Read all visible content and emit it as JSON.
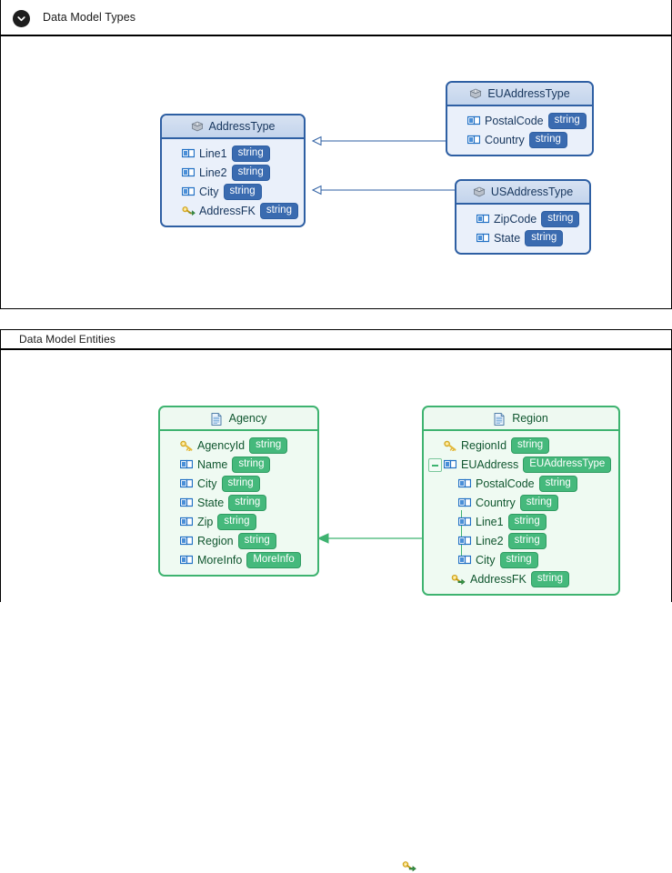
{
  "panels": [
    {
      "id": "types",
      "title": "Data Model Types",
      "collapse_icon": "chevron-down-circle-icon"
    },
    {
      "id": "entities",
      "title": "Data Model Entities"
    }
  ],
  "colors": {
    "type_border": "#2e5fa3",
    "type_fill": "#eaf0fa",
    "type_badge": "#3a6bb0",
    "entity_border": "#3eb370",
    "entity_fill": "#effaf2",
    "entity_badge": "#45b97c",
    "connector_blue": "#2e5fa3",
    "connector_green": "#3eb370"
  },
  "types": {
    "nodes": [
      {
        "name": "AddressType",
        "icon": "complex-type-icon",
        "fields": [
          {
            "icon": "field-icon",
            "name": "Line1",
            "type": "string"
          },
          {
            "icon": "field-icon",
            "name": "Line2",
            "type": "string"
          },
          {
            "icon": "field-icon",
            "name": "City",
            "type": "string"
          },
          {
            "icon": "foreign-key-icon",
            "name": "AddressFK",
            "type": "string"
          }
        ]
      },
      {
        "name": "EUAddressType",
        "icon": "complex-type-icon",
        "fields": [
          {
            "icon": "field-icon",
            "name": "PostalCode",
            "type": "string"
          },
          {
            "icon": "field-icon",
            "name": "Country",
            "type": "string"
          }
        ]
      },
      {
        "name": "USAddressType",
        "icon": "complex-type-icon",
        "fields": [
          {
            "icon": "field-icon",
            "name": "ZipCode",
            "type": "string"
          },
          {
            "icon": "field-icon",
            "name": "State",
            "type": "string"
          }
        ]
      }
    ],
    "connections": [
      {
        "from": "EUAddressType",
        "to": "AddressType",
        "arrow": "hollow-triangle"
      },
      {
        "from": "USAddressType",
        "to": "AddressType",
        "arrow": "hollow-triangle"
      }
    ]
  },
  "entities": {
    "nodes": [
      {
        "name": "Agency",
        "icon": "entity-icon",
        "fields": [
          {
            "icon": "primary-key-icon",
            "name": "AgencyId",
            "type": "string"
          },
          {
            "icon": "field-icon",
            "name": "Name",
            "type": "string"
          },
          {
            "icon": "field-icon",
            "name": "City",
            "type": "string"
          },
          {
            "icon": "field-icon",
            "name": "State",
            "type": "string"
          },
          {
            "icon": "field-icon",
            "name": "Zip",
            "type": "string"
          },
          {
            "icon": "field-icon",
            "name": "Region",
            "type": "string"
          },
          {
            "icon": "field-icon",
            "name": "MoreInfo",
            "type": "MoreInfo"
          }
        ]
      },
      {
        "name": "Region",
        "icon": "entity-icon",
        "fields": [
          {
            "icon": "primary-key-icon",
            "name": "RegionId",
            "type": "string",
            "indent": 0
          },
          {
            "icon": "field-icon",
            "name": "EUAddress",
            "type": "EUAddressType",
            "indent": 0,
            "expander": "minus"
          },
          {
            "icon": "field-icon",
            "name": "PostalCode",
            "type": "string",
            "indent": 1
          },
          {
            "icon": "field-icon",
            "name": "Country",
            "type": "string",
            "indent": 1
          },
          {
            "icon": "field-icon",
            "name": "Line1",
            "type": "string",
            "indent": 1
          },
          {
            "icon": "field-icon",
            "name": "Line2",
            "type": "string",
            "indent": 1
          },
          {
            "icon": "field-icon",
            "name": "City",
            "type": "string",
            "indent": 1
          },
          {
            "icon": "foreign-key-icon",
            "name": "AddressFK",
            "type": "string",
            "indent": 1
          }
        ]
      }
    ],
    "connections": [
      {
        "from": "Region",
        "to": "Agency",
        "arrow": "solid-arrow",
        "marker": "foreign-key-icon"
      }
    ]
  }
}
